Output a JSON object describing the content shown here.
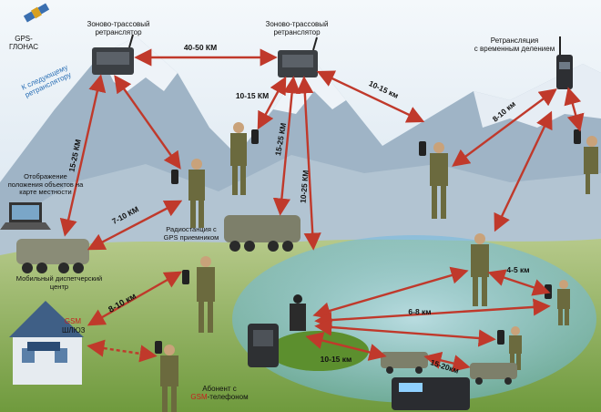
{
  "labels": {
    "gps": "GPS-\nГЛОНАС",
    "relay1": "Зоново-трассовый\nретранслятор",
    "relay2": "Зоново-трассовый\nретранслятор",
    "relay_tdma": "Ретрансляция\nс временным делением",
    "next_relay": "К следующему\nретранслятору",
    "map_display": "Отображение\nположения объектов на\nкарте местности",
    "gps_radio": "Радиостанция с\nGPS приемником",
    "mobile_center": "Мобильный диспетчерский\nцентр",
    "gsm_gateway_gsm": "GSM",
    "gsm_gateway_word": "ШЛЮЗ",
    "subscriber_prefix": "Абонент с",
    "subscriber_gsm": "GSM",
    "subscriber_suffix": "-телефоном"
  },
  "distances": {
    "d_relays": "40-50 КМ",
    "d_relay2_right": "10-15 км",
    "d_relay2_soldier": "10-15 КМ",
    "d_15_25_left": "15-25 КМ",
    "d_15_25_mid": "15-25 КМ",
    "d_10_25": "10-25 КМ",
    "d_8_10_right": "8-10 км",
    "d_7_10": "7-10 КМ",
    "d_8_10_gsm": "8-10 км",
    "d_4_5": "4-5 км",
    "d_6_8": "6-8 км",
    "d_10_15_bottom": "10-15 км",
    "d_15_20": "15-20км"
  },
  "colors": {
    "sky": "#cfe0ee",
    "mountain": "#9fb4c6",
    "snow": "#f2f6fa",
    "grass": "#8fb35a",
    "arrow": "#c0392b",
    "zone": "#7fc3e8"
  }
}
